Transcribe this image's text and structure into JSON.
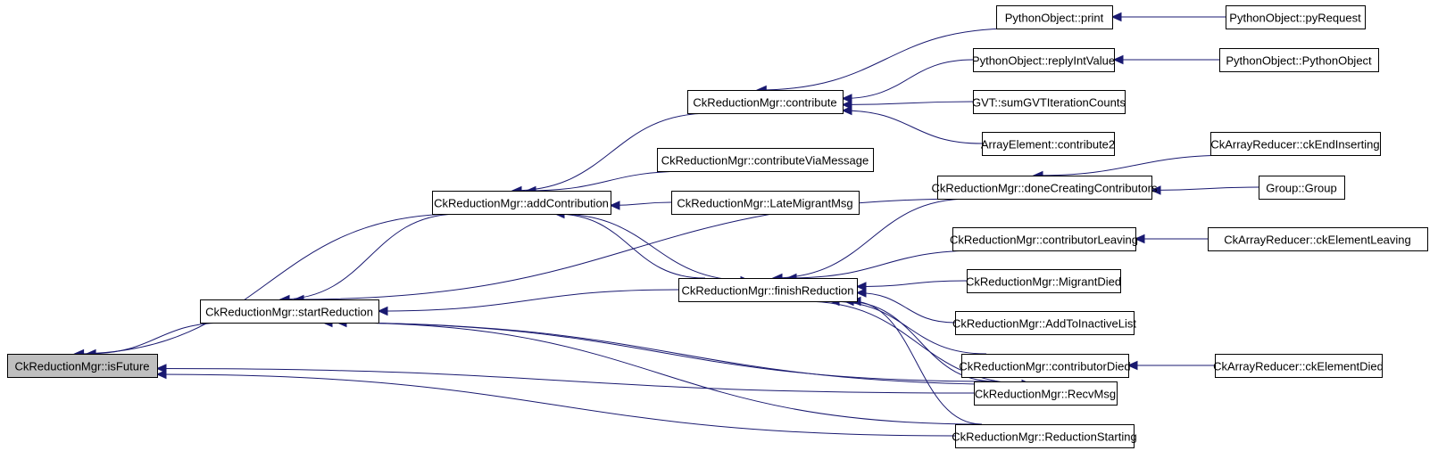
{
  "title": "Caller graph of CkReductionMgr::isFuture",
  "colors": {
    "edge": "#191970",
    "node_border": "#000000",
    "root_fill": "#bfbfbf",
    "node_fill": "#ffffff"
  },
  "nodes": [
    {
      "id": "isFuture",
      "label": "CkReductionMgr::isFuture",
      "root": true
    },
    {
      "id": "startReduction",
      "label": "CkReductionMgr::startReduction"
    },
    {
      "id": "addContribution",
      "label": "CkReductionMgr::addContribution"
    },
    {
      "id": "contribute",
      "label": "CkReductionMgr::contribute"
    },
    {
      "id": "contributeViaMessage",
      "label": "CkReductionMgr::contributeViaMessage"
    },
    {
      "id": "LateMigrantMsg",
      "label": "CkReductionMgr::LateMigrantMsg"
    },
    {
      "id": "finishReduction",
      "label": "CkReductionMgr::finishReduction"
    },
    {
      "id": "print",
      "label": "PythonObject::print"
    },
    {
      "id": "replyIntValue",
      "label": "PythonObject::replyIntValue"
    },
    {
      "id": "sumGVT",
      "label": "GVT::sumGVTIterationCounts"
    },
    {
      "id": "contribute2",
      "label": "ArrayElement::contribute2"
    },
    {
      "id": "doneCreating",
      "label": "CkReductionMgr::doneCreatingContributors"
    },
    {
      "id": "contributorLeaving",
      "label": "CkReductionMgr::contributorLeaving"
    },
    {
      "id": "MigrantDied",
      "label": "CkReductionMgr::MigrantDied"
    },
    {
      "id": "AddToInactiveList",
      "label": "CkReductionMgr::AddToInactiveList"
    },
    {
      "id": "contributorDied",
      "label": "CkReductionMgr::contributorDied"
    },
    {
      "id": "RecvMsg",
      "label": "CkReductionMgr::RecvMsg"
    },
    {
      "id": "ReductionStarting",
      "label": "CkReductionMgr::ReductionStarting"
    },
    {
      "id": "pyRequest",
      "label": "PythonObject::pyRequest"
    },
    {
      "id": "PythonObject",
      "label": "PythonObject::PythonObject"
    },
    {
      "id": "ckEndInserting",
      "label": "CkArrayReducer::ckEndInserting"
    },
    {
      "id": "Group",
      "label": "Group::Group"
    },
    {
      "id": "ckElementLeaving",
      "label": "CkArrayReducer::ckElementLeaving"
    },
    {
      "id": "ckElementDied",
      "label": "CkArrayReducer::ckElementDied"
    }
  ],
  "edges": [
    {
      "from": "addContribution",
      "to": "isFuture"
    },
    {
      "from": "startReduction",
      "to": "isFuture"
    },
    {
      "from": "RecvMsg",
      "to": "isFuture"
    },
    {
      "from": "ReductionStarting",
      "to": "isFuture"
    },
    {
      "from": "addContribution",
      "to": "startReduction"
    },
    {
      "from": "doneCreating",
      "to": "startReduction"
    },
    {
      "from": "finishReduction",
      "to": "startReduction"
    },
    {
      "from": "RecvMsg",
      "to": "startReduction"
    },
    {
      "from": "ReductionStarting",
      "to": "startReduction"
    },
    {
      "from": "contribute",
      "to": "addContribution"
    },
    {
      "from": "contributeViaMessage",
      "to": "addContribution"
    },
    {
      "from": "LateMigrantMsg",
      "to": "addContribution"
    },
    {
      "from": "finishReduction",
      "to": "addContribution"
    },
    {
      "from": "addContribution",
      "to": "finishReduction"
    },
    {
      "from": "print",
      "to": "contribute"
    },
    {
      "from": "replyIntValue",
      "to": "contribute"
    },
    {
      "from": "sumGVT",
      "to": "contribute"
    },
    {
      "from": "contribute2",
      "to": "contribute"
    },
    {
      "from": "doneCreating",
      "to": "finishReduction"
    },
    {
      "from": "contributorLeaving",
      "to": "finishReduction"
    },
    {
      "from": "MigrantDied",
      "to": "finishReduction"
    },
    {
      "from": "AddToInactiveList",
      "to": "finishReduction"
    },
    {
      "from": "contributorDied",
      "to": "finishReduction"
    },
    {
      "from": "RecvMsg",
      "to": "finishReduction"
    },
    {
      "from": "ReductionStarting",
      "to": "finishReduction"
    },
    {
      "from": "finishReduction",
      "to": "RecvMsg"
    },
    {
      "from": "startReduction",
      "to": "RecvMsg"
    },
    {
      "from": "pyRequest",
      "to": "print"
    },
    {
      "from": "PythonObject",
      "to": "replyIntValue"
    },
    {
      "from": "ckEndInserting",
      "to": "doneCreating"
    },
    {
      "from": "Group",
      "to": "doneCreating"
    },
    {
      "from": "ckElementLeaving",
      "to": "contributorLeaving"
    },
    {
      "from": "ckElementDied",
      "to": "contributorDied"
    }
  ]
}
